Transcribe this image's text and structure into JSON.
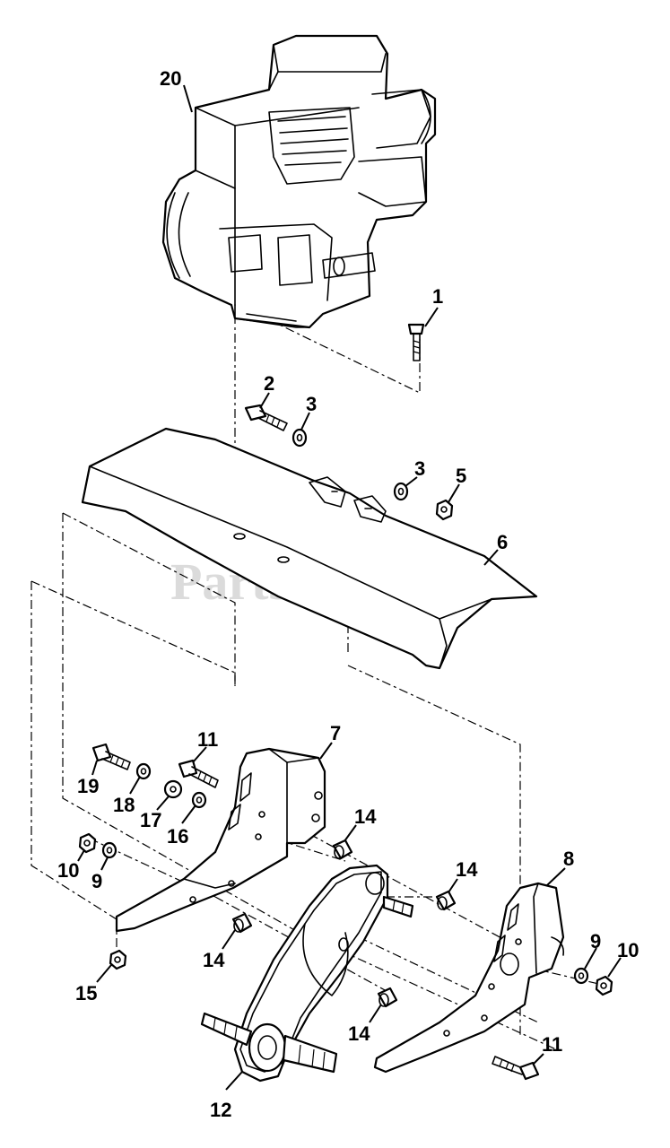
{
  "watermark": {
    "text": "PartsTree",
    "trademark": "™"
  },
  "callouts": {
    "c1": "1",
    "c2": "2",
    "c3a": "3",
    "c3b": "3",
    "c5": "5",
    "c6": "6",
    "c7": "7",
    "c8": "8",
    "c9a": "9",
    "c9b": "9",
    "c10a": "10",
    "c10b": "10",
    "c11a": "11",
    "c11b": "11",
    "c12": "12",
    "c14a": "14",
    "c14b": "14",
    "c14c": "14",
    "c14d": "14",
    "c15": "15",
    "c16": "16",
    "c17": "17",
    "c18": "18",
    "c19": "19",
    "c20": "20"
  }
}
